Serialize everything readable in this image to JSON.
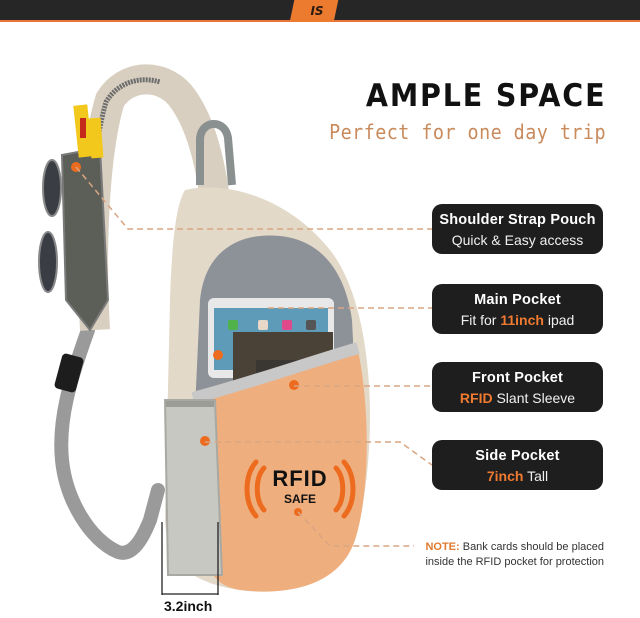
{
  "header": {
    "logo_text": "IS",
    "colors": {
      "bar": "#262626",
      "accent": "#ec7a2f"
    }
  },
  "hero": {
    "title": "AMPLE SPACE",
    "subtitle": "Perfect for one day trip"
  },
  "callouts": [
    {
      "title": "Shoulder Strap Pouch",
      "highlight": "",
      "text": "Quick & Easy access"
    },
    {
      "title": "Main Pocket",
      "prefix": "Fit for ",
      "highlight": "11inch",
      "suffix": " ipad"
    },
    {
      "title": "Front Pocket",
      "highlight": "RFID",
      "suffix": " Slant Sleeve"
    },
    {
      "title": "Side Pocket",
      "highlight": "7inch",
      "suffix": " Tall"
    }
  ],
  "badge": {
    "main": "RFID",
    "sub": "SAFE"
  },
  "note": {
    "label": "NOTE:",
    "line1": " Bank cards should be placed",
    "line2": "inside the RFID pocket for protection"
  },
  "measurement": {
    "width_label": "3.2inch"
  },
  "colors": {
    "accent": "#ec7a2f",
    "callout_bg": "#1e1e1e",
    "subtitle": "#c98a5c",
    "leader": "#d9a582"
  }
}
